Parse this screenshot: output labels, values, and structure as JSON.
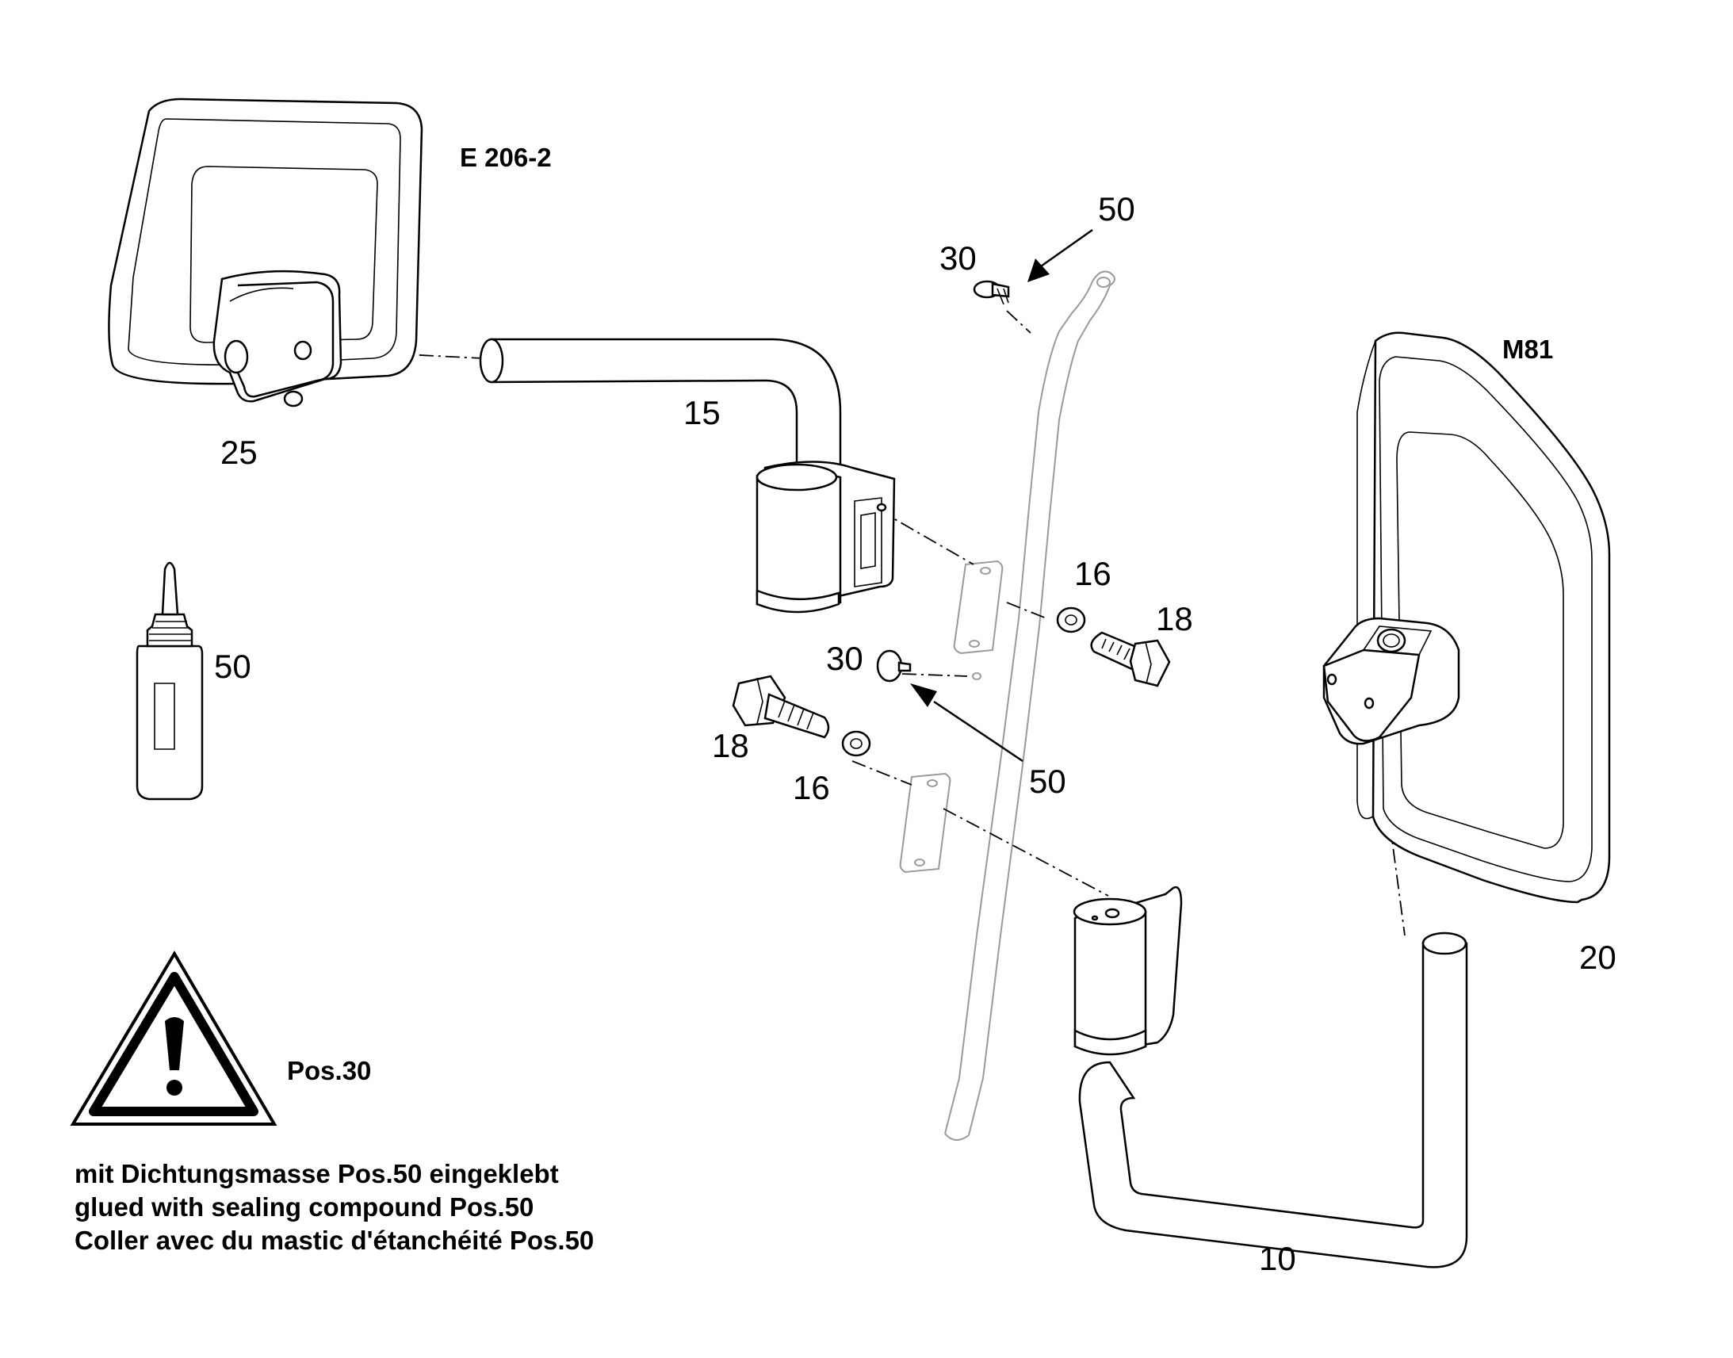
{
  "models": {
    "left_mirror": "E 206-2",
    "right_mirror": "M81"
  },
  "part_numbers": {
    "mirror_left": "25",
    "arm_upper": "15",
    "mirror_right": "20",
    "arm_lower": "10",
    "sealant_tube": "50",
    "cap_top": "30",
    "cap_top_arrow": "50",
    "cap_mid": "30",
    "cap_mid_arrow": "50",
    "washer_right": "16",
    "bolt_right": "18",
    "bolt_left": "18",
    "washer_left": "16"
  },
  "note": {
    "title": "Pos.30",
    "lines": [
      "mit Dichtungsmasse Pos.50 eingeklebt",
      "glued with sealing compound Pos.50",
      "Coller avec du mastic d'étanchéité Pos.50"
    ]
  }
}
